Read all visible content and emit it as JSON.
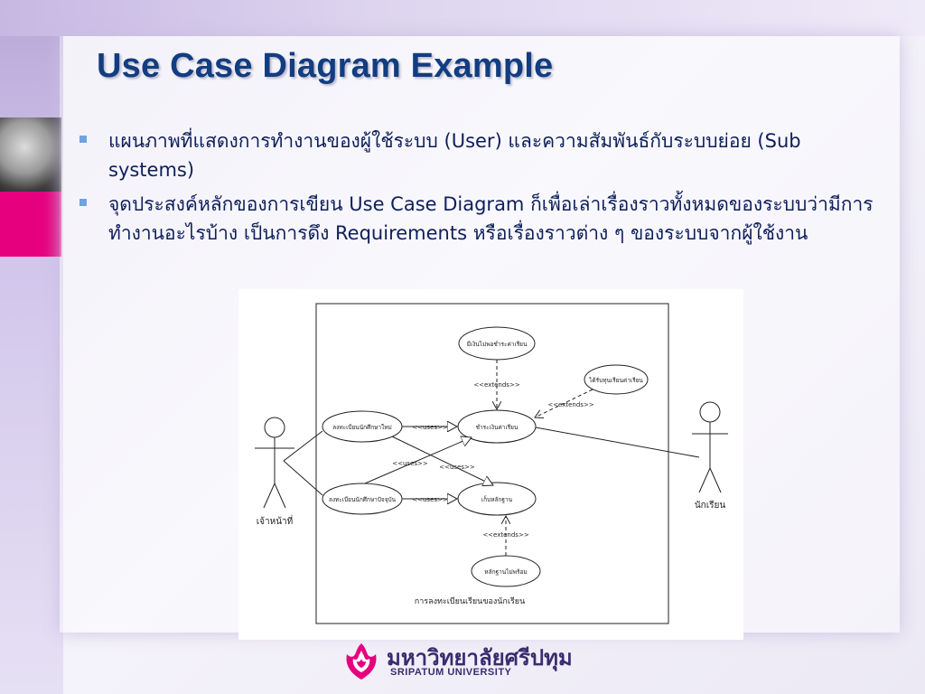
{
  "slide": {
    "title": "Use Case Diagram Example",
    "bullets": [
      "แผนภาพที่แสดงการทำงานของผู้ใช้ระบบ (User) และความสัมพันธ์กับระบบย่อย (Sub systems)",
      "จุดประสงค์หลักของการเขียน Use Case Diagram ก็เพื่อเล่าเรื่องราวทั้งหมดของระบบว่ามีการทำงานอะไรบ้าง เป็นการดึง Requirements หรือเรื่องราวต่าง ๆ ของระบบจากผู้ใช้งาน"
    ],
    "colors": {
      "title": "#123d80",
      "accent_pink": "#e6007e",
      "bullet_marker": "#6fa3de"
    }
  },
  "diagram": {
    "system_name": "การลงทะเบียนเรียนของนักเรียน",
    "actors": {
      "staff": "เจ้าหน้าที่",
      "student": "นักเรียน"
    },
    "use_cases": {
      "no_money": "มีเงินไม่พอชำระค่าเรียน",
      "scholarship": "ได้รับทุนเรียนค่าเรียน",
      "register_new": "ลงทะเบียนนักศึกษาใหม่",
      "pay_fee": "ชำระเงินค่าเรียน",
      "register_current": "ลงทะเบียนนักศึกษาปัจจุบัน",
      "keep_evidence": "เก็บหลักฐาน",
      "evidence_incomplete": "หลักฐานไม่พร้อม"
    },
    "relations": {
      "extends": "<<extends>>",
      "uses": "<<uses>>"
    }
  },
  "logo": {
    "thai_name": "มหาวิทยาลัยศรีปทุม",
    "english_name": "SRIPATUM UNIVERSITY"
  }
}
